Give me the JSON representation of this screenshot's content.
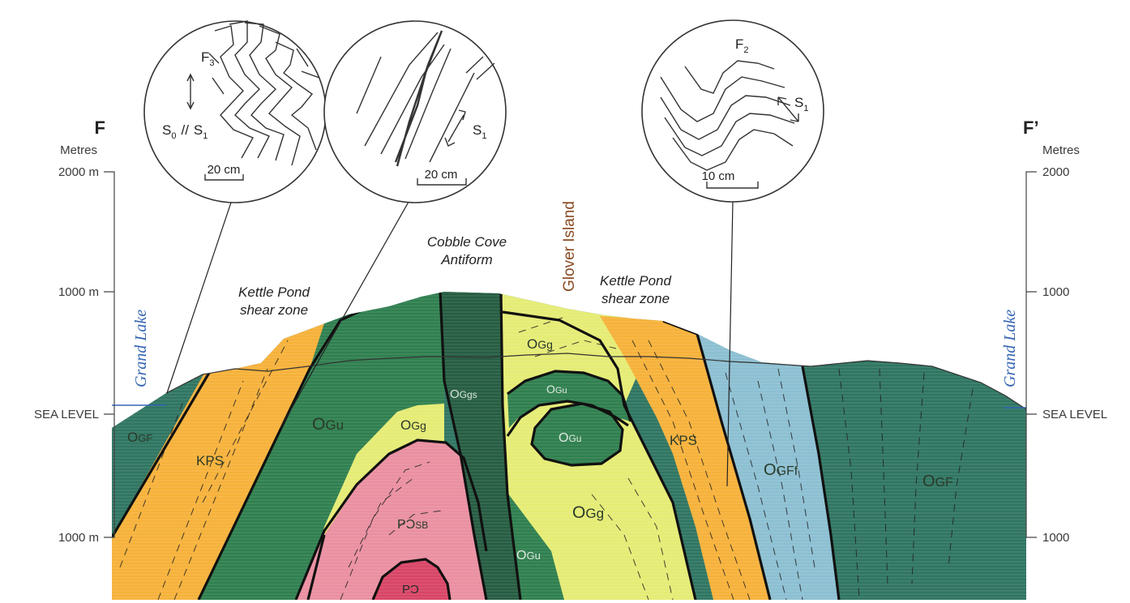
{
  "section": {
    "left_end": "F",
    "right_end": "F’",
    "left_scale_title": "Metres",
    "right_scale_title": "Metres",
    "left_ticks": [
      "2000 m",
      "1000 m",
      "SEA LEVEL",
      "1000 m"
    ],
    "right_ticks": [
      "2000",
      "1000",
      "SEA LEVEL",
      "1000"
    ]
  },
  "features": {
    "lake_left": "Grand Lake",
    "lake_right": "Grand Lake",
    "shear_left_line1": "Kettle Pond",
    "shear_left_line2": "shear zone",
    "shear_right_line1": "Kettle Pond",
    "shear_right_line2": "shear zone",
    "antiform_line1": "Cobble Cove",
    "antiform_line2": "Antiform",
    "island": "Glover Island"
  },
  "units": {
    "ogf_left": {
      "main": "O",
      "sub": "GF"
    },
    "kps_left": "KPS",
    "ogu_left": {
      "main": "O",
      "sub": "Gu"
    },
    "ogg_inner": {
      "main": "O",
      "sub": "Gg"
    },
    "pcsb": {
      "main": "PƆ",
      "sub": "SB"
    },
    "pc": "PƆ",
    "oggs": {
      "main": "O",
      "sub": "Ggs"
    },
    "ogu_right_low": {
      "main": "O",
      "sub": "Gu"
    },
    "ogg_top": {
      "main": "O",
      "sub": "Gg"
    },
    "ogu_band": {
      "main": "O",
      "sub": "Gu"
    },
    "ogu_pod": {
      "main": "O",
      "sub": "Gu"
    },
    "ogg_right": {
      "main": "O",
      "sub": "Gg"
    },
    "kps_right": "KPS",
    "ogff": {
      "main": "O",
      "sub": "GFf"
    },
    "ogf_right": {
      "main": "O",
      "sub": "GF"
    }
  },
  "insets": [
    {
      "fold": "F",
      "fold_sub": "3",
      "foliation": "S",
      "foliation_sub1": "0",
      "relation": "//",
      "foliation2": "S",
      "foliation_sub2": "1",
      "scale": "20 cm"
    },
    {
      "foliation": "S",
      "foliation_sub": "1",
      "scale": "20 cm"
    },
    {
      "fold": "F",
      "fold_sub": "2",
      "foliation": "S",
      "foliation_sub": "1",
      "scale": "10 cm"
    }
  ],
  "colors": {
    "ogf": "#2f7562",
    "kps": "#f6b13a",
    "ogu": "#2f7f4f",
    "ogg": "#e5ec74",
    "pcsb": "#ea8fa1",
    "pc": "#d84566",
    "oggs": "#265d42",
    "ogff": "#8cbfd2",
    "lake": "#3565b3"
  }
}
